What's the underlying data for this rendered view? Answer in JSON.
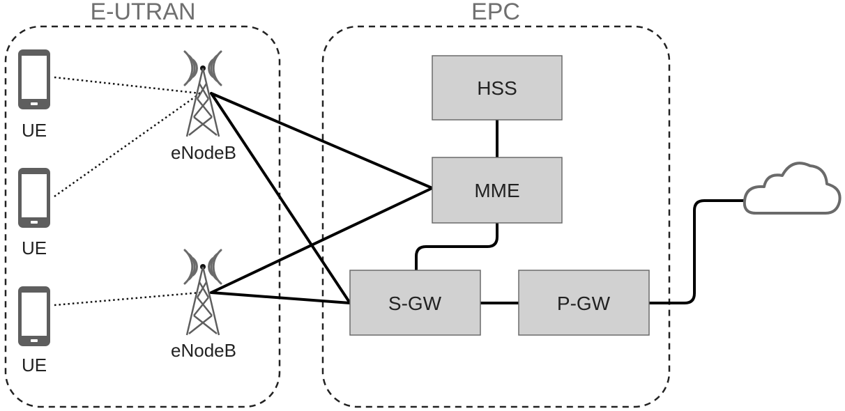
{
  "regions": {
    "eutran": "E-UTRAN",
    "epc": "EPC"
  },
  "nodes": {
    "ue_1": "UE",
    "ue_2": "UE",
    "ue_3": "UE",
    "enodeb_1": "eNodeB",
    "enodeb_2": "eNodeB",
    "hss": "HSS",
    "mme": "MME",
    "sgw": "S-GW",
    "pgw": "P-GW"
  },
  "colors": {
    "box_fill": "#d1d1d1",
    "box_stroke": "#6a6a6a",
    "icon_gray": "#5e5e5e",
    "region_label": "#6f6f6f"
  },
  "icons": {
    "ue": "mobile-phone-icon",
    "enodeb": "cell-tower-icon",
    "internet": "cloud-icon"
  }
}
